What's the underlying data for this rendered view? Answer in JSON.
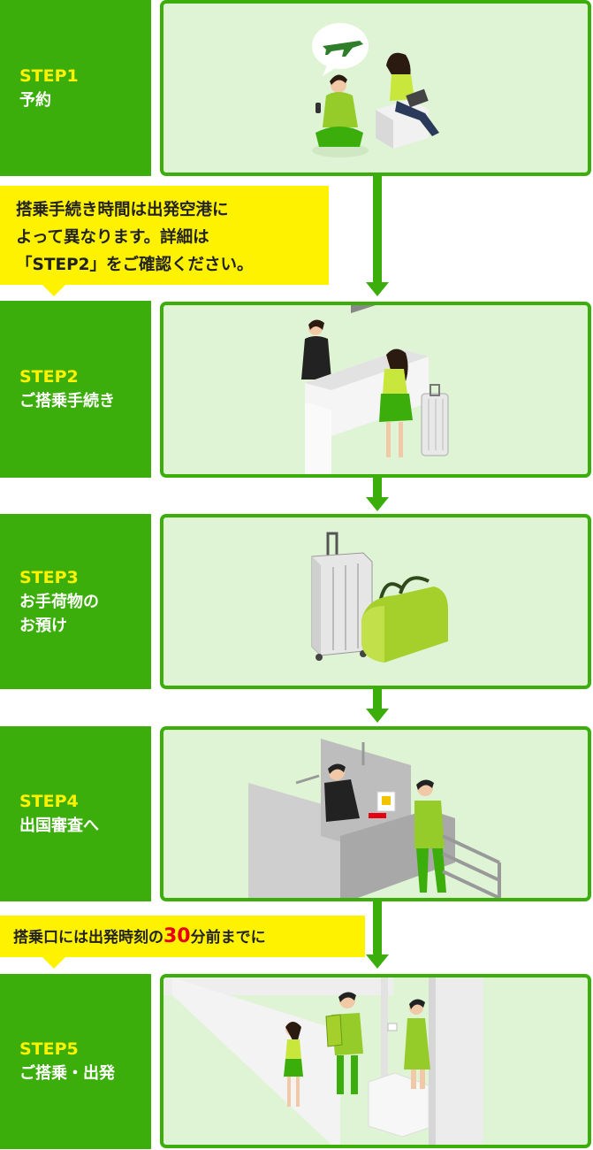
{
  "steps": [
    {
      "num": "STEP1",
      "name": "予約"
    },
    {
      "num": "STEP2",
      "name": "ご搭乗手続き"
    },
    {
      "num": "STEP3",
      "name_line1": "お手荷物の",
      "name_line2": "お預け"
    },
    {
      "num": "STEP4",
      "name": "出国審査へ"
    },
    {
      "num": "STEP5",
      "name": "ご搭乗・出発"
    }
  ],
  "notes": {
    "checkin_note_line1": "搭乗手続き時間は出発空港に",
    "checkin_note_line2": "よって異なります。詳細は",
    "checkin_note_line3": "「STEP2」をご確認ください。",
    "boarding_note_prefix": "搭乗口には出発時刻の",
    "boarding_note_highlight": "30",
    "boarding_note_suffix": "分前までに"
  },
  "colors": {
    "brand_green": "#3cae0b",
    "panel_bg": "#dff4d4",
    "step_number_yellow": "#fff200",
    "highlight_red": "#e60012"
  },
  "icons": [
    "airplane-icon",
    "checkin-counter-icon",
    "luggage-icon",
    "immigration-icon",
    "boarding-gate-icon"
  ]
}
